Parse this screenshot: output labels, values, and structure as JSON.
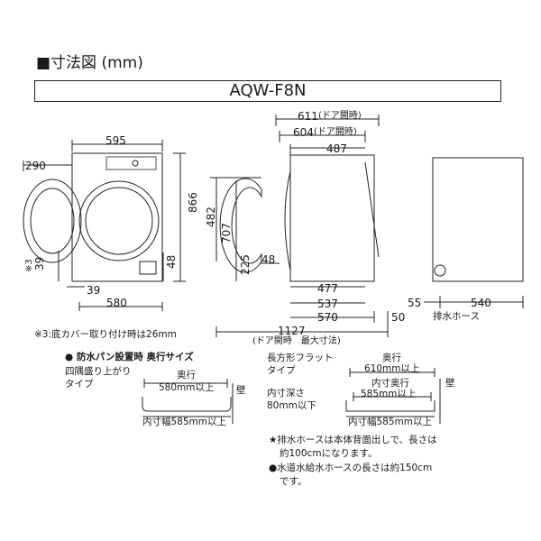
{
  "header": {
    "title": "■寸法図 (mm)",
    "model": "AQW-F8N"
  },
  "front_view": {
    "width": "595",
    "door_offset": "290",
    "height": "866",
    "footnote_mark": "※3",
    "bottom_gap": "39",
    "foot_height": "48",
    "foot_offset": "39",
    "base_width": "580"
  },
  "side_view": {
    "door_open_611": "611",
    "door_open_611_note": "(ドア開時)",
    "door_open_604": "604",
    "door_open_604_note": "(ドア開時)",
    "depth_487": "487",
    "door_482": "482",
    "door_707": "707",
    "bottom_225": "225",
    "hose_48": "48",
    "d477": "477",
    "d537": "537",
    "d570": "570",
    "d50": "50",
    "d1127": "1127",
    "max_note": "(ドア開時　最大寸法)"
  },
  "back_view": {
    "d55": "55",
    "d540": "540",
    "hose_label": "排水ホース"
  },
  "footnote": "※3:底カバー取り付け時は26mm",
  "pan_section": {
    "title": "● 防水パン設置時 奥行サイズ",
    "left": {
      "type_line1": "四隅盛り上がり",
      "type_line2": "タイプ",
      "depth_label": "奥行",
      "depth_value": "580mm以上",
      "wall": "壁",
      "inner_width": "内寸幅585mm以上"
    },
    "right": {
      "type_line1": "長方形フラット",
      "type_line2": "タイプ",
      "depth_label": "奥行",
      "depth_value": "610mm以上",
      "inner_depth_label": "内寸奥行",
      "inner_depth_value": "585mm以上",
      "inner_deep_label": "内寸深さ",
      "inner_deep_value": "80mm以下",
      "wall": "壁",
      "inner_width": "内寸幅585mm以上"
    }
  },
  "notes": [
    "★排水ホースは本体背面出しで、長さは",
    "約100cmになります。",
    "●水道水給水ホースの長さは約150cm",
    "です。"
  ]
}
